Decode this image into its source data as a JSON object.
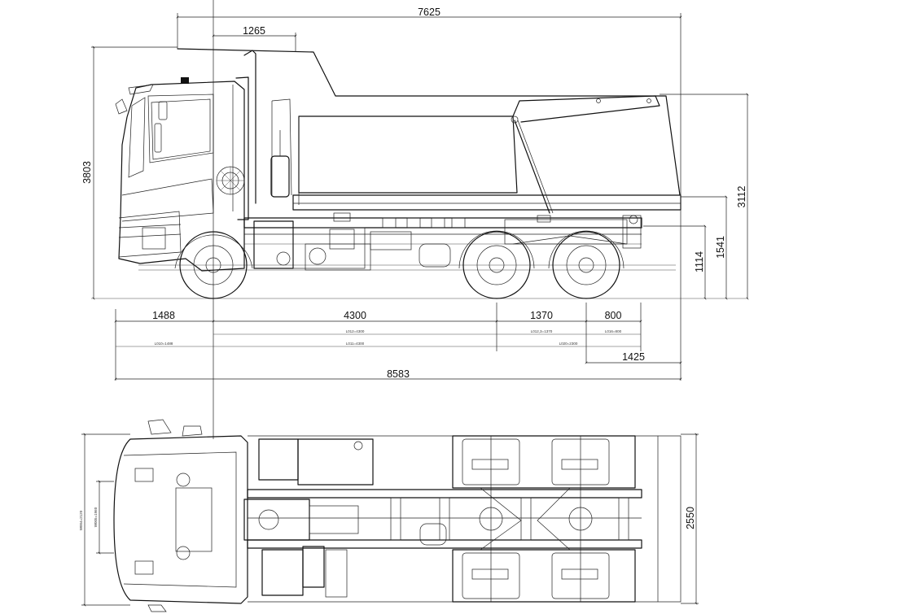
{
  "dimensions": {
    "overall_body_length": "7625",
    "cab_to_body": "1265",
    "overall_height": "3803",
    "tipped_height": "3112",
    "frame_height": "1541",
    "frame_height_rear": "1114",
    "front_overhang": "1488",
    "wheelbase_main": "4300",
    "tandem_spacing": "1370",
    "rear_overhang_frame": "800",
    "rear_overhang_body": "1425",
    "overall_length": "8583",
    "overall_width": "2550"
  },
  "small_labels": {
    "l1": "L010=1488",
    "l2": "L011=4300",
    "l3": "L012=4300",
    "l4": "L012,3=1370",
    "l5": "L016=800",
    "l6": "L020=2300",
    "w1": "W004=2120",
    "w2": "W005=1960"
  }
}
